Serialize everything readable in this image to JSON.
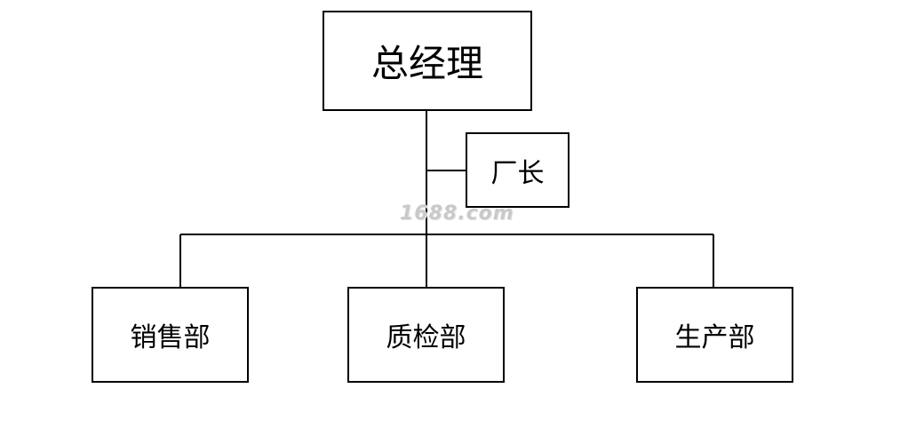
{
  "diagram": {
    "nodes": {
      "general_manager": "总经理",
      "factory_manager": "厂长",
      "sales": "销售部",
      "quality_inspection": "质检部",
      "production": "生产部"
    },
    "watermark": "1688.com"
  },
  "colors": {
    "line": "#000000",
    "background": "#ffffff",
    "watermark": "#c9c9c9"
  }
}
